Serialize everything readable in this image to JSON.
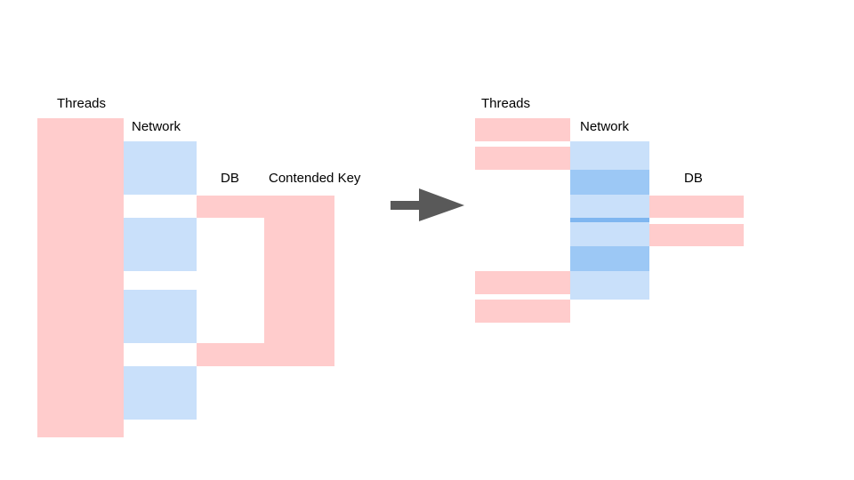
{
  "left": {
    "threads_label": "Threads",
    "network_label": "Network",
    "db_label": "DB",
    "contended_label": "Contended Key"
  },
  "right": {
    "threads_label": "Threads",
    "network_label": "Network",
    "db_label": "DB"
  },
  "arrow": {
    "icon": "right-arrow-icon",
    "color": "#595959"
  },
  "colors": {
    "threads": "#ffcccc",
    "network": "#c9e0fa",
    "network_busy": "#9cc8f5",
    "db": "#ffcccc"
  }
}
